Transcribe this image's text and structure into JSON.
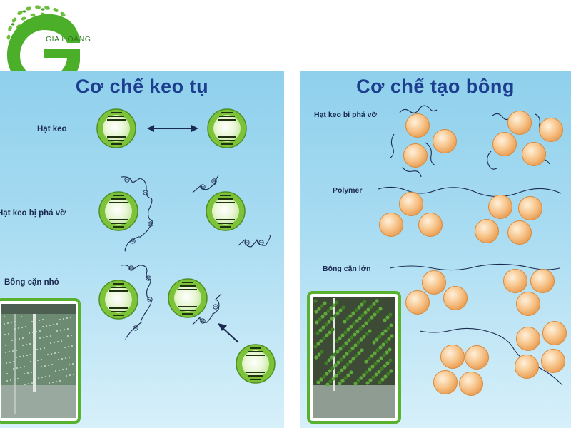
{
  "logo": {
    "text": "GIA HOÀNG",
    "letter": "G"
  },
  "left_panel": {
    "title": "Cơ chế keo tụ",
    "labels": {
      "particle": "Hạt keo",
      "broken": "Hạt keo bị phá vỡ",
      "small_floc": "Bông cặn nhỏ"
    }
  },
  "right_panel": {
    "title": "Cơ chế tạo bông",
    "labels": {
      "broken": "Hạt keo bị phá vỡ",
      "polymer": "Polymer",
      "large_floc": "Bông cặn lớn"
    }
  },
  "colors": {
    "green_particle": "#7cc33a",
    "orange_particle": "#f2b36b",
    "panel_blue": "#a9dcf2",
    "title_blue": "#1d3d8f",
    "logo_green": "#4caf2a"
  }
}
